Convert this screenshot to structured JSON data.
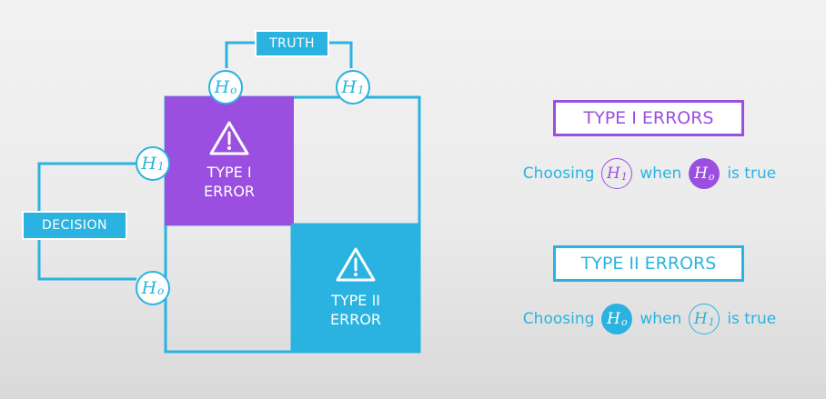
{
  "diagram": {
    "truth_label": "TRUTH",
    "decision_label": "DECISION",
    "hyp_null": "H",
    "hyp_null_sub": "o",
    "hyp_alt": "H",
    "hyp_alt_sub": "1",
    "type1_cell": {
      "line1": "TYPE I",
      "line2": "ERROR"
    },
    "type2_cell": {
      "line1": "TYPE II",
      "line2": "ERROR"
    },
    "warning_icon": "warning-icon"
  },
  "legend": {
    "type1": {
      "title": "TYPE I ERRORS",
      "choosing": "Choosing",
      "when": "when",
      "is_true": "is true"
    },
    "type2": {
      "title": "TYPE II ERRORS",
      "choosing": "Choosing",
      "when": "when",
      "is_true": "is true"
    }
  },
  "colors": {
    "blue": "#2ab3e0",
    "purple": "#9b4fe0",
    "white": "#ffffff"
  }
}
